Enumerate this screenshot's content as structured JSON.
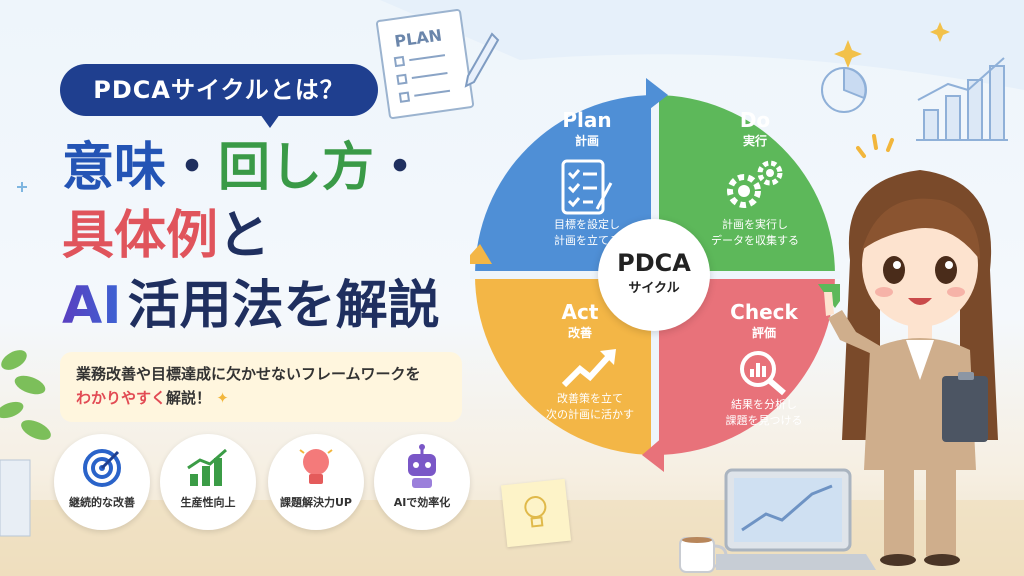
{
  "header": {
    "pill": "PDCAサイクルとは？"
  },
  "headline": {
    "part1": "意味",
    "dot1": "・",
    "part2": "回し方",
    "dot2": "・",
    "part3": "具体例",
    "part4": "と",
    "part5": "AI",
    "part6": "活用法を解説"
  },
  "description": {
    "line1": "業務改善や目標達成に欠かせないフレームワークを",
    "line2_em": "わかりやすく",
    "line2_rest": "解説！",
    "sparkle": "✦"
  },
  "badges": [
    {
      "label": "継続的な改善",
      "icon": "target-icon",
      "color": "#2a63c9"
    },
    {
      "label": "生産性向上",
      "icon": "growth-chart-icon",
      "color": "#3b9c46"
    },
    {
      "label": "課題解決力UP",
      "icon": "lightbulb-icon",
      "color": "#e45b5b"
    },
    {
      "label": "AIで効率化",
      "icon": "robot-icon",
      "color": "#7a57c7"
    }
  ],
  "cycle": {
    "center_title": "PDCA",
    "center_sub": "サイクル",
    "segments": [
      {
        "title": "Plan",
        "sub": "計画",
        "desc1": "目標を設定し",
        "desc2": "計画を立てる",
        "color": "#4f8fd6",
        "icon": "checklist-icon"
      },
      {
        "title": "Do",
        "sub": "実行",
        "desc1": "計画を実行し",
        "desc2": "データを収集する",
        "color": "#5db85a",
        "icon": "gears-icon"
      },
      {
        "title": "Check",
        "sub": "評価",
        "desc1": "結果を分析し",
        "desc2": "課題を見つける",
        "color": "#e8727a",
        "icon": "magnifier-chart-icon"
      },
      {
        "title": "Act",
        "sub": "改善",
        "desc1": "改善策を立て",
        "desc2": "次の計画に活かす",
        "color": "#f3b646",
        "icon": "trend-arrow-icon"
      }
    ]
  },
  "decor": {
    "plan_doc": "PLAN"
  },
  "colors": {
    "navy": "#1f3f8f",
    "accent_red": "#e0545c",
    "accent_green": "#3a9a47",
    "accent_blue": "#2454b5"
  }
}
